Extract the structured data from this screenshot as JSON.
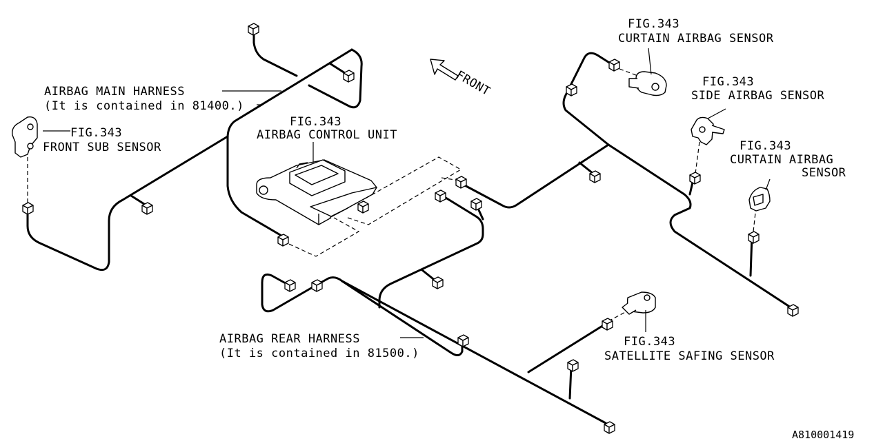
{
  "labels": {
    "main_harness": {
      "line1": "AIRBAG MAIN HARNESS",
      "line2": "(It is contained in 81400.)"
    },
    "rear_harness": {
      "line1": "AIRBAG REAR HARNESS",
      "line2": "(It is contained in 81500.)"
    },
    "front_sub_sensor": {
      "fig": "FIG.343",
      "name": "FRONT SUB SENSOR"
    },
    "control_unit": {
      "fig": "FIG.343",
      "name": "AIRBAG CONTROL UNIT"
    },
    "curtain_sensor_top": {
      "fig": "FIG.343",
      "name": "CURTAIN AIRBAG SENSOR"
    },
    "side_sensor": {
      "fig": "FIG.343",
      "name": "SIDE AIRBAG SENSOR"
    },
    "curtain_sensor_right": {
      "fig": "FIG.343",
      "line1": "CURTAIN AIRBAG",
      "line2": "SENSOR"
    },
    "satellite_sensor": {
      "fig": "FIG.343",
      "name": "SATELLITE SAFING SENSOR"
    },
    "front_arrow": "FRONT",
    "diagram_code": "A810001419"
  }
}
